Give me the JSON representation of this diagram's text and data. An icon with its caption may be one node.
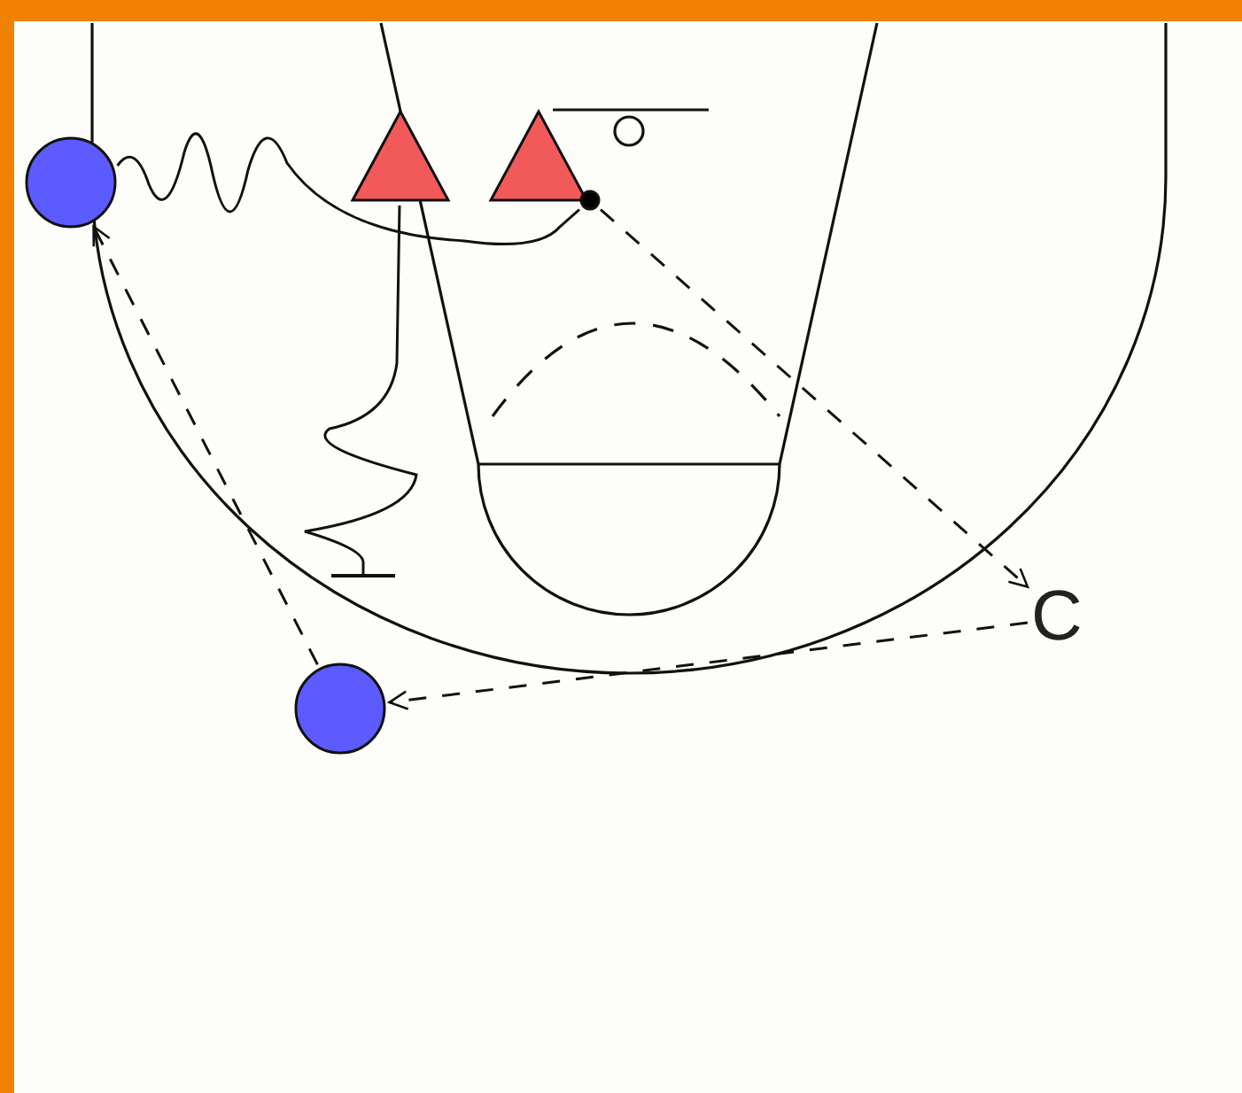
{
  "diagram": {
    "nodes": [
      {
        "text": [],
        "shape": "circle"
      },
      {
        "text": [],
        "shape": "triangle"
      },
      {
        "text": [],
        "shape": "triangle"
      },
      {
        "text": [],
        "shape": "circle"
      },
      {
        "text": [
          "C"
        ]
      },
      {
        "text": [],
        "shape": "circle"
      }
    ],
    "edges": [
      {
        "from": 0,
        "to": 3,
        "arrow": "none"
      },
      {
        "from": 1,
        "to": null,
        "arrow": "other"
      },
      {
        "from": 3,
        "to": 4,
        "arrow": "to",
        "style": "dashed"
      },
      {
        "from": 4,
        "to": 5,
        "arrow": "to",
        "style": "dashed"
      },
      {
        "from": 5,
        "to": 0,
        "arrow": "to",
        "style": "dashed"
      }
    ]
  }
}
